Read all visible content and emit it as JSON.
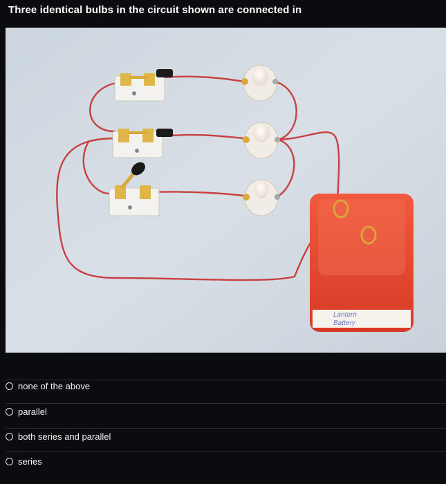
{
  "question": {
    "text": "Three identical bulbs in the circuit shown are connected in"
  },
  "photo": {
    "battery_label_line1": "Lantern",
    "battery_label_line2": "Battery",
    "background_color": "#d4dde4",
    "wire_color": "#c8403f",
    "battery_color": "#e8432f"
  },
  "options": [
    {
      "label": "none of the above"
    },
    {
      "label": "parallel"
    },
    {
      "label": "both series and parallel"
    },
    {
      "label": "series"
    }
  ]
}
